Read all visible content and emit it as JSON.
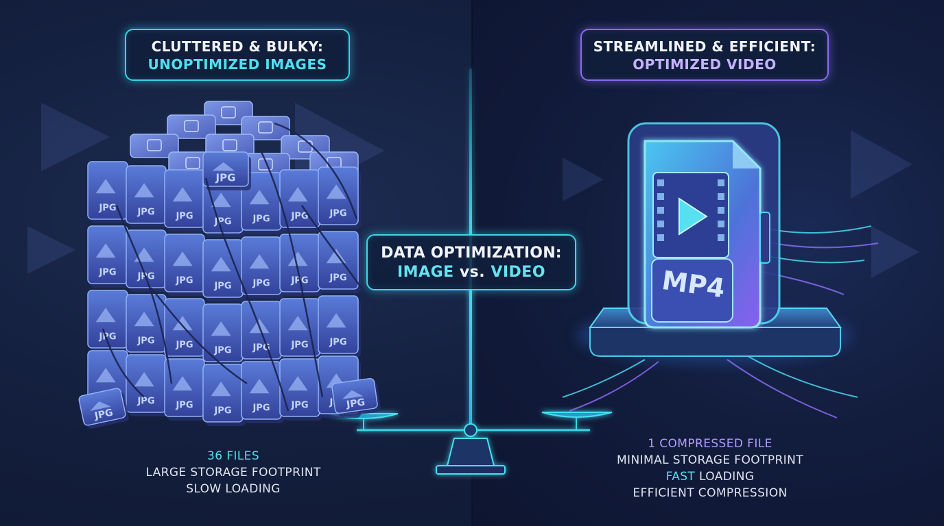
{
  "header": {
    "left": {
      "line1": "CLUTTERED & BULKY:",
      "line2": "UNOPTIMIZED IMAGES"
    },
    "right": {
      "line1": "STREAMLINED & EFFICIENT:",
      "line2": "OPTIMIZED VIDEO"
    },
    "center": {
      "line1": "DATA OPTIMIZATION:",
      "line2a": "IMAGE",
      "line2b": "vs.",
      "line2c": "VIDEO"
    }
  },
  "left_panel": {
    "file_label": "JPG",
    "stats": [
      "36 FILES",
      "LARGE STORAGE FOOTPRINT",
      "SLOW LOADING"
    ]
  },
  "right_panel": {
    "file_label": "MP4",
    "stats": [
      "1 COMPRESSED FILE",
      "MINIMAL STORAGE FOOTPRINT",
      "FAST",
      "LOADING",
      "EFFICIENT COMPRESSION"
    ]
  },
  "colors": {
    "cyan": "#35d6e6",
    "purple": "#8a6cf0",
    "background": "#14203f"
  },
  "icons": [
    "jpg-file-icon",
    "mp4-file-icon",
    "play-icon",
    "balance-scale-icon"
  ]
}
